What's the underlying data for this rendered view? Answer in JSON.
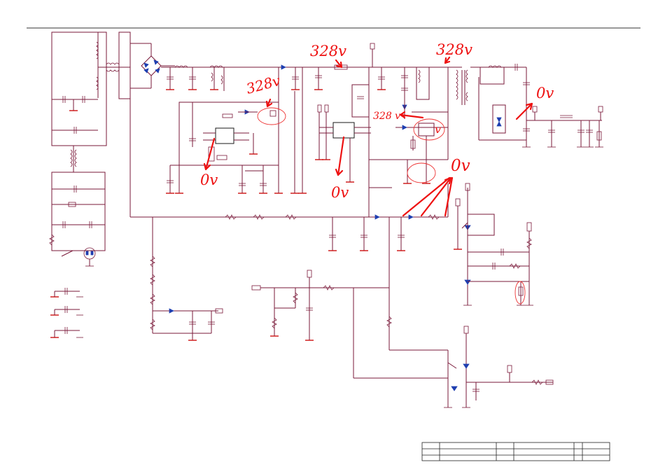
{
  "annotations": {
    "v328_top_mid": "328v",
    "v328_top_right": "328v",
    "v328_left": "328v",
    "v328_mid": "328 v",
    "v0_left": "0v",
    "v0_center": "0v",
    "v0_right_top": "0v",
    "v0_right_mid": "0v"
  },
  "colors": {
    "wire": "#7a1a3a",
    "ground": "#cc1111",
    "diode": "#1f3fb0",
    "annotation": "#ee1111"
  }
}
